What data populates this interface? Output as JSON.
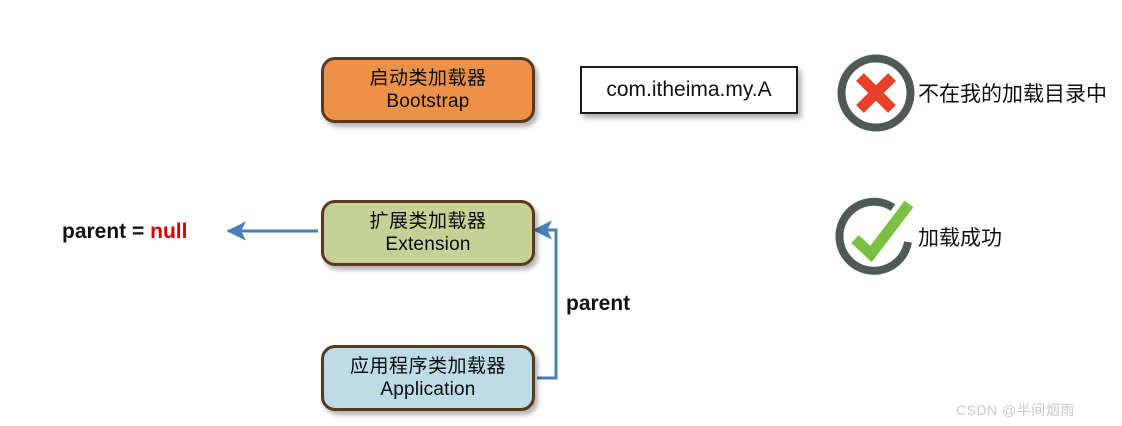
{
  "diagram": {
    "title": "Java class loader parent delegation diagram",
    "nodes": [
      {
        "id": "bootstrap",
        "cn": "启动类加载器",
        "en": "Bootstrap",
        "fill": "#ED9146",
        "border": "#5A3A1C"
      },
      {
        "id": "extension",
        "cn": "扩展类加载器",
        "en": "Extension",
        "fill": "#C5D195",
        "border": "#5A3A1C"
      },
      {
        "id": "application",
        "cn": "应用程序类加载器",
        "en": "Application",
        "fill": "#BDDCE8",
        "border": "#5A3A1C"
      }
    ],
    "class_box": {
      "text": "com.itheima.my.A"
    },
    "labels": {
      "parent_null_prefix": "parent = ",
      "parent_null_value": "null",
      "parent_edge": "parent"
    },
    "results": [
      {
        "id": "failure",
        "icon": "circle-x-icon",
        "text": "不在我的加载目录中",
        "ring_color": "#4F5A55",
        "mark_color": "#E8402A"
      },
      {
        "id": "success",
        "icon": "circle-check-icon",
        "text": "加载成功",
        "ring_color": "#4F5A55",
        "mark_color": "#7AC143"
      }
    ],
    "edges": {
      "arrow_color": "#4A7EBB"
    },
    "watermark": "CSDN @半间烟雨"
  }
}
